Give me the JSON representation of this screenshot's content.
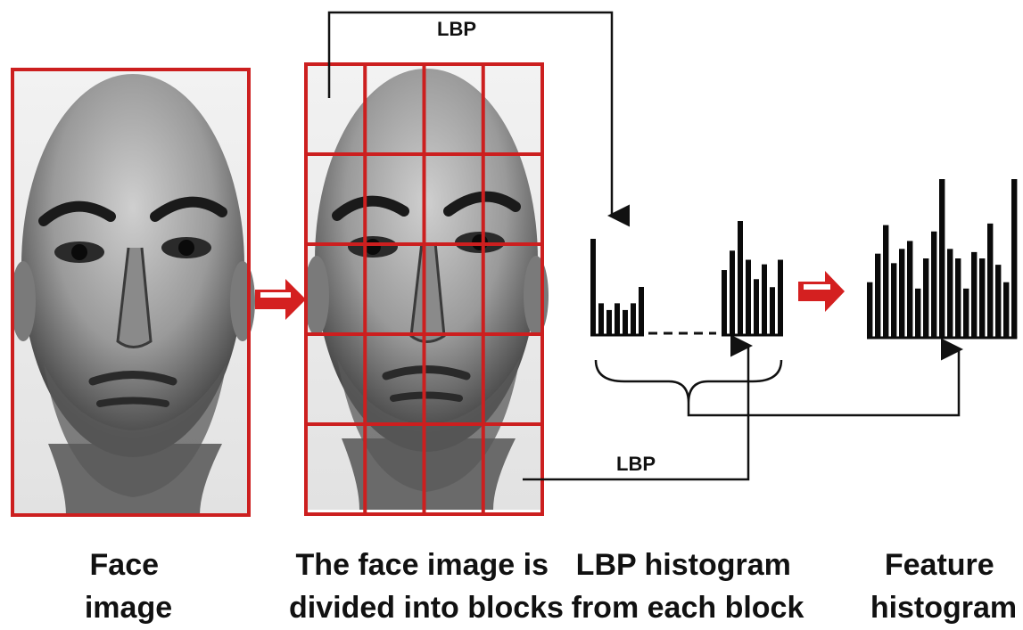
{
  "labels": {
    "lbp_top": "LBP",
    "lbp_bottom": "LBP"
  },
  "captions": {
    "face_image": [
      "Face",
      "image"
    ],
    "blocks": [
      "The face image is",
      "divided into blocks"
    ],
    "block_histogram": [
      "LBP histogram",
      "from each block"
    ],
    "feature_histogram": [
      "Feature",
      "histogram"
    ]
  },
  "grid": {
    "rows": 5,
    "cols": 4
  },
  "histograms": {
    "first_block": [
      1.0,
      0.33,
      0.26,
      0.33,
      0.26,
      0.33,
      0.5
    ],
    "last_block": [
      0.57,
      0.74,
      1.0,
      0.66,
      0.49,
      0.62,
      0.42,
      0.66
    ],
    "feature": [
      0.35,
      0.53,
      0.71,
      0.47,
      0.56,
      0.61,
      0.31,
      0.5,
      0.67,
      1.0,
      0.56,
      0.5,
      0.31,
      0.54,
      0.5,
      0.72,
      0.46,
      0.35,
      1.0
    ]
  },
  "colors": {
    "frame": "#cc1f1f",
    "arrow_fill": "#d42020",
    "bars": "#0a0a0a",
    "connector": "#111111"
  }
}
